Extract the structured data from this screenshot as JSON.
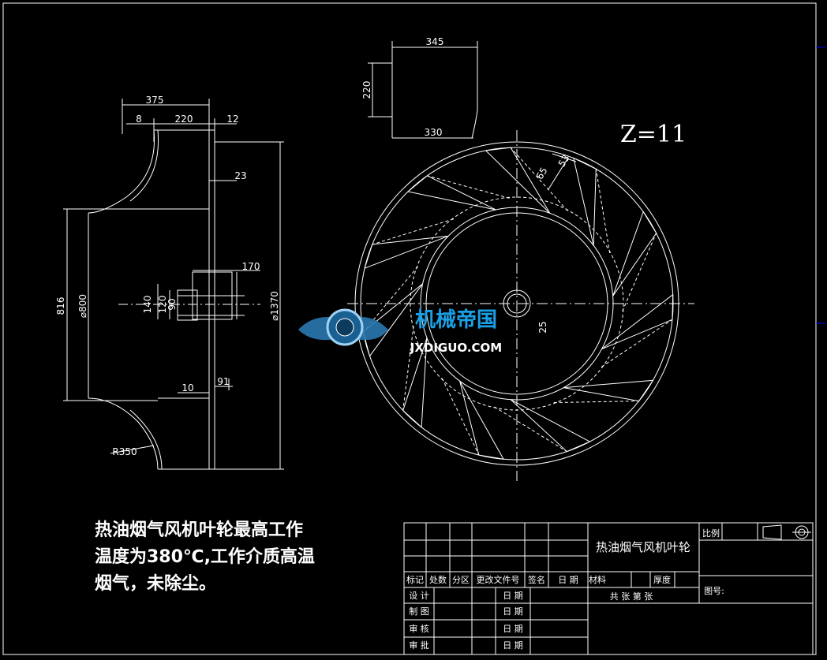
{
  "drawing": {
    "blade_count": "Z=11",
    "side_view": {
      "dims": {
        "overall_width": "375",
        "left_offset": "8",
        "middle": "220",
        "right_offset": "12",
        "disc_thickness": "23",
        "hub_length": "170",
        "hub_d1": "140",
        "hub_d2": "120",
        "hub_d3": "90",
        "height_816": "816",
        "inlet_diameter": "⌀800",
        "outer_diameter": "⌀1370",
        "bottom_10": "10",
        "bottom_91": "91",
        "radius": "R350"
      }
    },
    "blade_detail": {
      "top": "345",
      "side": "220",
      "bottom": "330"
    },
    "front_view": {
      "dim_65": "65",
      "dim_53": "53",
      "dim_25": "25"
    }
  },
  "logo": {
    "main": "机械帝国",
    "sub": "JXDIGUO.COM"
  },
  "note": {
    "line1": "热油烟气风机叶轮最高工作",
    "line2": "温度为380℃,工作介质高温",
    "line3": "烟气，未除尘。"
  },
  "title_block": {
    "part_name": "热油烟气风机叶轮",
    "scale_label": "比例",
    "material_label": "材料",
    "thickness_label": "厚度",
    "sheet_info": "共   张   第   张",
    "drawing_no_label": "图号:",
    "headers": [
      "标记",
      "处数",
      "分区",
      "更改文件号",
      "签名",
      "日 期"
    ],
    "roles": [
      "设 计",
      "制 图",
      "审 核",
      "审 批"
    ],
    "date_label": "日 期"
  }
}
